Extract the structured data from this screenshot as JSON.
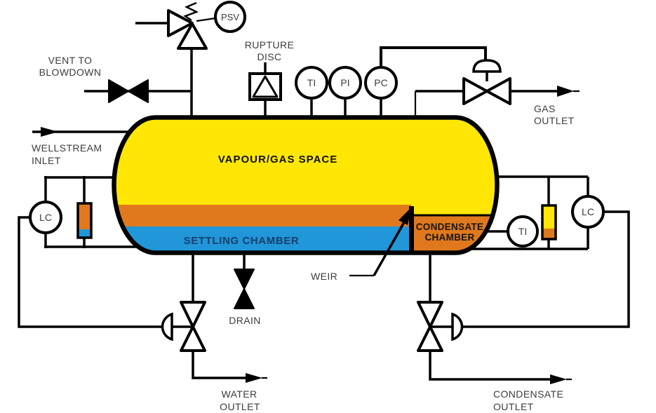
{
  "colors": {
    "vapour": "#FFE605",
    "oil_layer": "#E0791D",
    "water_layer": "#2196D8",
    "condensate_layer": "#E0791D",
    "gauge_left_top": "#E0791D",
    "gauge_left_bottom": "#2196D8",
    "gauge_right_top": "#FFE605",
    "gauge_right_bottom": "#E0791D",
    "line": "#000000",
    "label_text": "#3c3c3c",
    "settling_text": "#16406b"
  },
  "vessel": {
    "vapour_space": "VAPOUR/GAS SPACE",
    "settling_chamber": "SETTLING CHAMBER",
    "condensate_chamber_line1": "CONDENSATE",
    "condensate_chamber_line2": "CHAMBER",
    "weir": "WEIR"
  },
  "instruments": {
    "psv": "PSV",
    "ti_top": "TI",
    "pi_top": "PI",
    "pc_top": "PC",
    "lc_left": "LC",
    "ti_right": "TI",
    "lc_right": "LC"
  },
  "equipment": {
    "rupture_disc_line1": "RUPTURE",
    "rupture_disc_line2": "DISC",
    "drain": "DRAIN"
  },
  "streams": {
    "vent_line1": "VENT TO",
    "vent_line2": "BLOWDOWN",
    "wellstream_line1": "WELLSTREAM",
    "wellstream_line2": "INLET",
    "gas_line1": "GAS",
    "gas_line2": "OUTLET",
    "water_line1": "WATER",
    "water_line2": "OUTLET",
    "condensate_line1": "CONDENSATE",
    "condensate_line2": "OUTLET"
  }
}
